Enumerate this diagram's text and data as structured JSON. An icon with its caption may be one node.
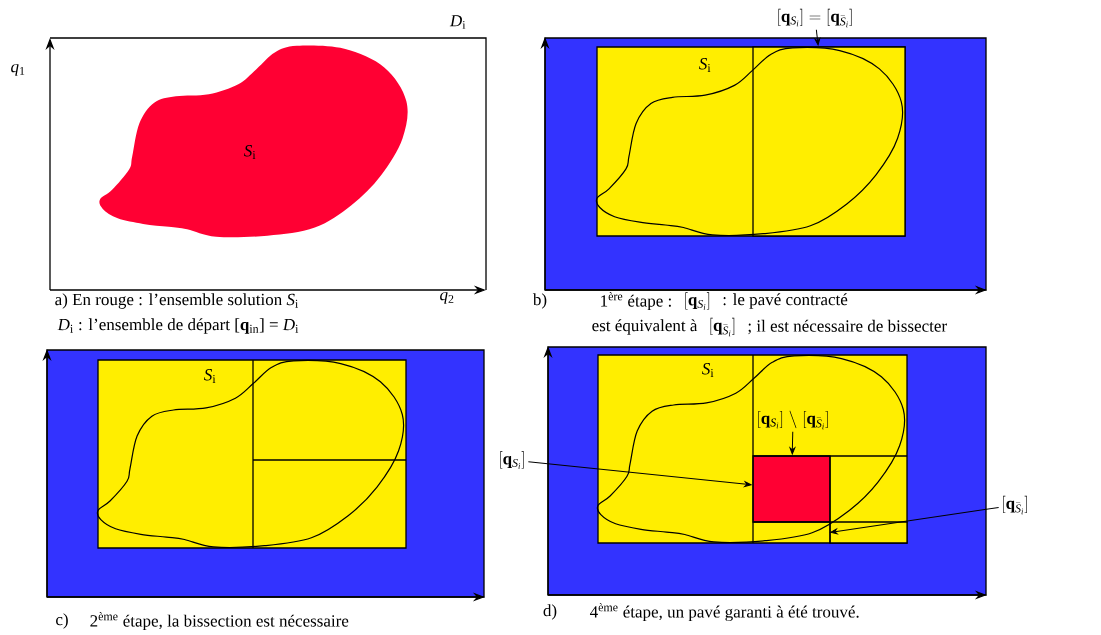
{
  "diagram": {
    "nodes": [
      {
        "text": [
          "*D*$_{i}$"
        ]
      },
      {
        "text": [
          "*S*$_{i}$"
        ],
        "in": 0
      },
      {
        "text": [],
        "shape": "box"
      },
      {
        "text": [
          "*S*$_{i}$"
        ],
        "in": 2
      },
      {
        "text": [
          "[\\mathbf{q}_{S_i}] = [\\mathbf{q}_{\\bar{S}_i}]"
        ]
      },
      {
        "text": [],
        "shape": "box",
        "in": 3
      },
      {
        "text": [],
        "shape": "box"
      },
      {
        "text": [
          "*S*$_{i}$"
        ],
        "in": 6
      },
      {
        "text": [],
        "shape": "box"
      },
      {
        "text": [
          "*S*$_{i}$"
        ],
        "in": 8
      },
      {
        "text": [
          "[\\mathbf{q}_{S_i}] \\;\\backslash\\; [\\mathbf{q}_{\\bar{S}_i}]"
        ],
        "in": 9
      },
      {
        "text": [],
        "shape": "box",
        "in": 9
      },
      {
        "text": [
          "[\\mathbf{q}_{S_i}]"
        ]
      },
      {
        "text": [
          "[\\mathbf{q}_{\\bar{S}_i}]"
        ]
      },
      {
        "text": [],
        "shape": "box",
        "in": 9
      }
    ],
    "edges": [
      {
        "from": 4,
        "to": 5,
        "arrow": "to"
      },
      {
        "from": 10,
        "to": 11,
        "arrow": "to"
      },
      {
        "from": 12,
        "to": 11,
        "arrow": "to"
      },
      {
        "from": 13,
        "to": 14,
        "arrow": "to"
      }
    ],
    "labels": [
      "*q*$_{1}$",
      "*q*$_{2}$",
      "a) En rouge : l’ensemble solution *S*$_{i}$",
      "*D*$_{i}$ : l’ensemble de départ [**q**$_{in}$] = *D*$_{i}$",
      "b)",
      "1$^{ère}$ étape :",
      "[\\mathbf{q}_{S_i}]",
      ": le pavé contracté",
      "est équivalent à",
      "[\\mathbf{q}_{\\bar{S}_i}]",
      "; il est nécessaire de bissecter",
      "c)",
      "2$^{ème}$ étape, la bissection est nécessaire",
      "d)",
      "4$^{ème}$ étape, un pavé garanti à été trouvé."
    ]
  }
}
